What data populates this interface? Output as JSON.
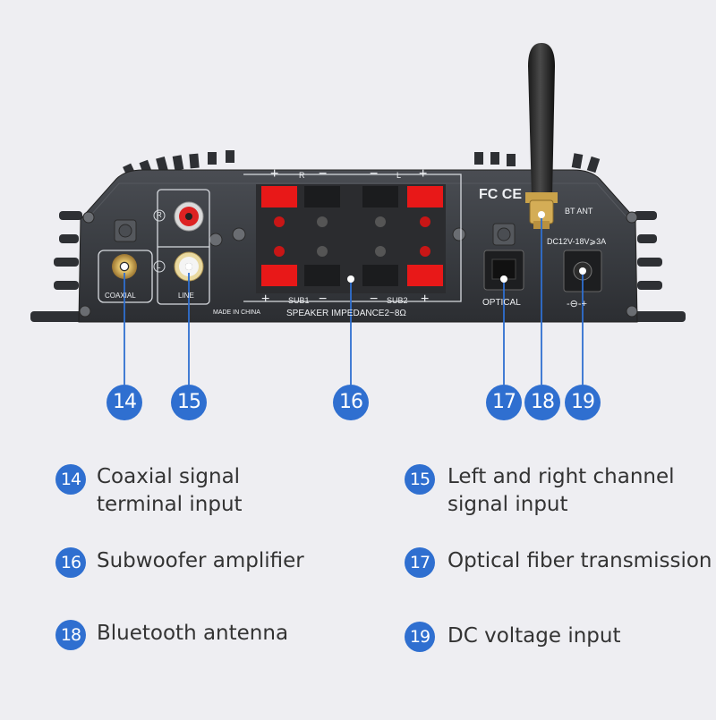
{
  "panel": {
    "coaxial_label": "COAXIAL",
    "line_label": "LINE",
    "r_label": "R",
    "l_label": "L",
    "sub1_label": "SUB1",
    "sub2_label": "SUB2",
    "impedance_label": "SPEAKER IMPEDANCE2~8Ω",
    "made_in_label": "MADE IN CHINA",
    "cert_label": "FC CE",
    "bt_label": "BT ANT",
    "dc_label": "DC12V-18V⩾3A",
    "optical_label": "OPTICAL",
    "plus": "+",
    "minus": "−",
    "dc_symbol": "-⊖-+"
  },
  "callouts": [
    {
      "num": "14",
      "label": "Coaxial signal terminal input",
      "line1": "Coaxial signal",
      "line2": "terminal input"
    },
    {
      "num": "15",
      "label": "Left and right channel signal input",
      "line1": "Left and right channel",
      "line2": "signal input"
    },
    {
      "num": "16",
      "label": "Subwoofer amplifier",
      "line1": "Subwoofer amplifier",
      "line2": ""
    },
    {
      "num": "17",
      "label": "Optical fiber transmission",
      "line1": "Optical fiber transmission",
      "line2": ""
    },
    {
      "num": "18",
      "label": "Bluetooth antenna",
      "line1": "Bluetooth antenna",
      "line2": ""
    },
    {
      "num": "19",
      "label": "DC voltage input",
      "line1": "DC voltage input",
      "line2": ""
    }
  ],
  "colors": {
    "accent": "#2f6fd0",
    "panel": "#3a3d42",
    "terminal_red": "#e81818",
    "gold": "#c9a24a"
  }
}
